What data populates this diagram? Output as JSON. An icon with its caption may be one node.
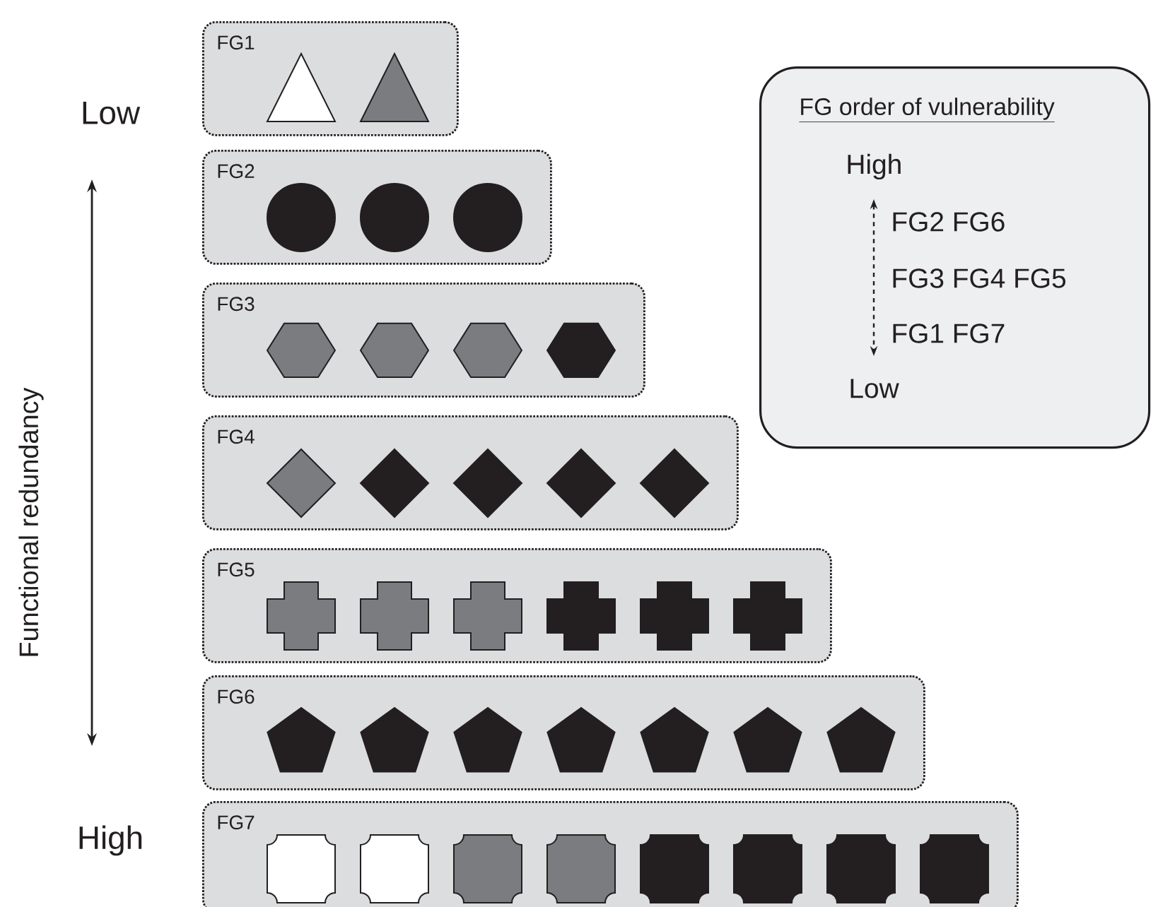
{
  "diagram": {
    "nodes": [
      {
        "text": [
          "FG1"
        ]
      },
      {
        "text": [
          "FG2"
        ]
      },
      {
        "text": [
          "FG3"
        ]
      },
      {
        "text": [
          "FG4"
        ]
      },
      {
        "text": [
          "FG5"
        ]
      },
      {
        "text": [
          "FG6"
        ]
      },
      {
        "text": [
          "FG7"
        ]
      },
      {
        "text": [
          "FG order of vulnerability",
          "High",
          "FG2 FG6",
          "FG3 FG4 FG5",
          "FG1 FG7",
          "Low"
        ]
      },
      {
        "text": [],
        "shape": "triangle",
        "in": 0
      },
      {
        "text": [],
        "shape": "triangle",
        "in": 0
      },
      {
        "text": [],
        "shape": "circle",
        "in": 1
      },
      {
        "text": [],
        "shape": "circle",
        "in": 1
      },
      {
        "text": [],
        "shape": "circle",
        "in": 1
      },
      {
        "text": [],
        "shape": "hexagon",
        "in": 2
      },
      {
        "text": [],
        "shape": "hexagon",
        "in": 2
      },
      {
        "text": [],
        "shape": "hexagon",
        "in": 2
      },
      {
        "text": [],
        "shape": "hexagon",
        "in": 2
      },
      {
        "text": [],
        "shape": "diamond",
        "in": 3
      },
      {
        "text": [],
        "shape": "diamond",
        "in": 3
      },
      {
        "text": [],
        "shape": "diamond",
        "in": 3
      },
      {
        "text": [],
        "shape": "diamond",
        "in": 3
      },
      {
        "text": [],
        "shape": "diamond",
        "in": 3
      },
      {
        "text": [],
        "shape": "cross",
        "in": 4
      },
      {
        "text": [],
        "shape": "cross",
        "in": 4
      },
      {
        "text": [],
        "shape": "cross",
        "in": 4
      },
      {
        "text": [],
        "shape": "cross",
        "in": 4
      },
      {
        "text": [],
        "shape": "cross",
        "in": 4
      },
      {
        "text": [],
        "shape": "cross",
        "in": 4
      },
      {
        "text": [],
        "shape": "pentagon",
        "in": 5
      },
      {
        "text": [],
        "shape": "pentagon",
        "in": 5
      },
      {
        "text": [],
        "shape": "pentagon",
        "in": 5
      },
      {
        "text": [],
        "shape": "pentagon",
        "in": 5
      },
      {
        "text": [],
        "shape": "pentagon",
        "in": 5
      },
      {
        "text": [],
        "shape": "pentagon",
        "in": 5
      },
      {
        "text": [],
        "shape": "pentagon",
        "in": 5
      },
      {
        "text": [],
        "shape": "square",
        "in": 6
      },
      {
        "text": [],
        "shape": "square",
        "in": 6
      },
      {
        "text": [],
        "shape": "square",
        "in": 6
      },
      {
        "text": [],
        "shape": "square",
        "in": 6
      },
      {
        "text": [],
        "shape": "square",
        "in": 6
      },
      {
        "text": [],
        "shape": "square",
        "in": 6
      },
      {
        "text": [],
        "shape": "square",
        "in": 6
      },
      {
        "text": [],
        "shape": "square",
        "in": 6
      }
    ],
    "labels": [
      "Low",
      "Functional redundancy",
      "High"
    ]
  }
}
